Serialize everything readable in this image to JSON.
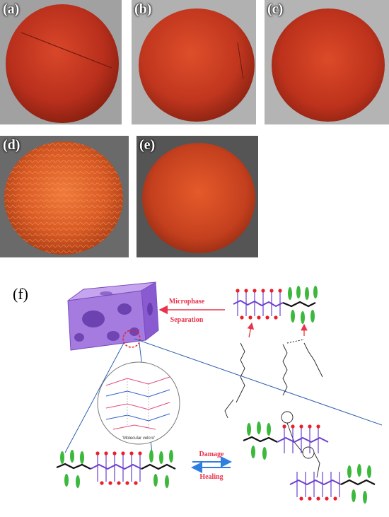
{
  "panels": [
    {
      "id": "a",
      "label": "(a)"
    },
    {
      "id": "b",
      "label": "(b)"
    },
    {
      "id": "c",
      "label": "(c)"
    },
    {
      "id": "d",
      "label": "(d)"
    },
    {
      "id": "e",
      "label": "(e)"
    }
  ],
  "schematic": {
    "label": "(f)",
    "microphase_line1": "Microphase",
    "microphase_line2": "Separation",
    "damage": "Damage",
    "healing": "Healing",
    "inset_caption": "'Molecular velcro'",
    "colors": {
      "cube": "#a57be0",
      "arrow_red": "#e8334a",
      "arrow_blue": "#2f7fe0",
      "chain_purple": "#6a3fd0",
      "chain_black": "#111111",
      "leaf_green": "#3cb83c",
      "bead_red": "#e8202a"
    }
  }
}
